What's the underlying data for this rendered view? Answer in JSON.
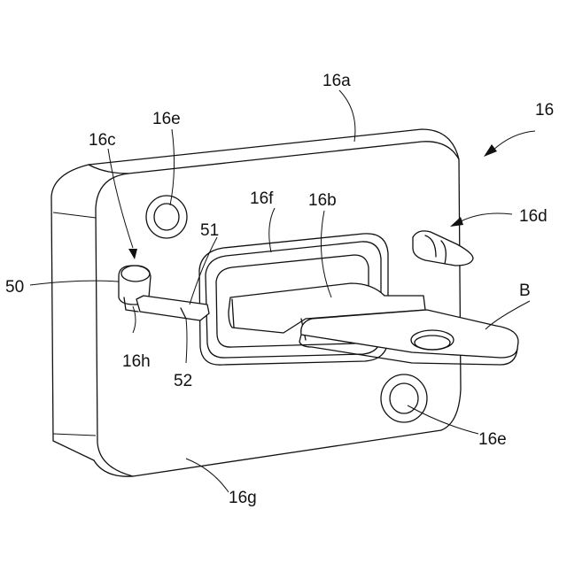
{
  "labels": {
    "l16": "16",
    "l16a": "16a",
    "l16b": "16b",
    "l16c": "16c",
    "l16d": "16d",
    "l16e_top": "16e",
    "l16e_bottom": "16e",
    "l16f": "16f",
    "l16g": "16g",
    "l16h": "16h",
    "l50": "50",
    "l51": "51",
    "l52": "52",
    "lB": "B"
  }
}
